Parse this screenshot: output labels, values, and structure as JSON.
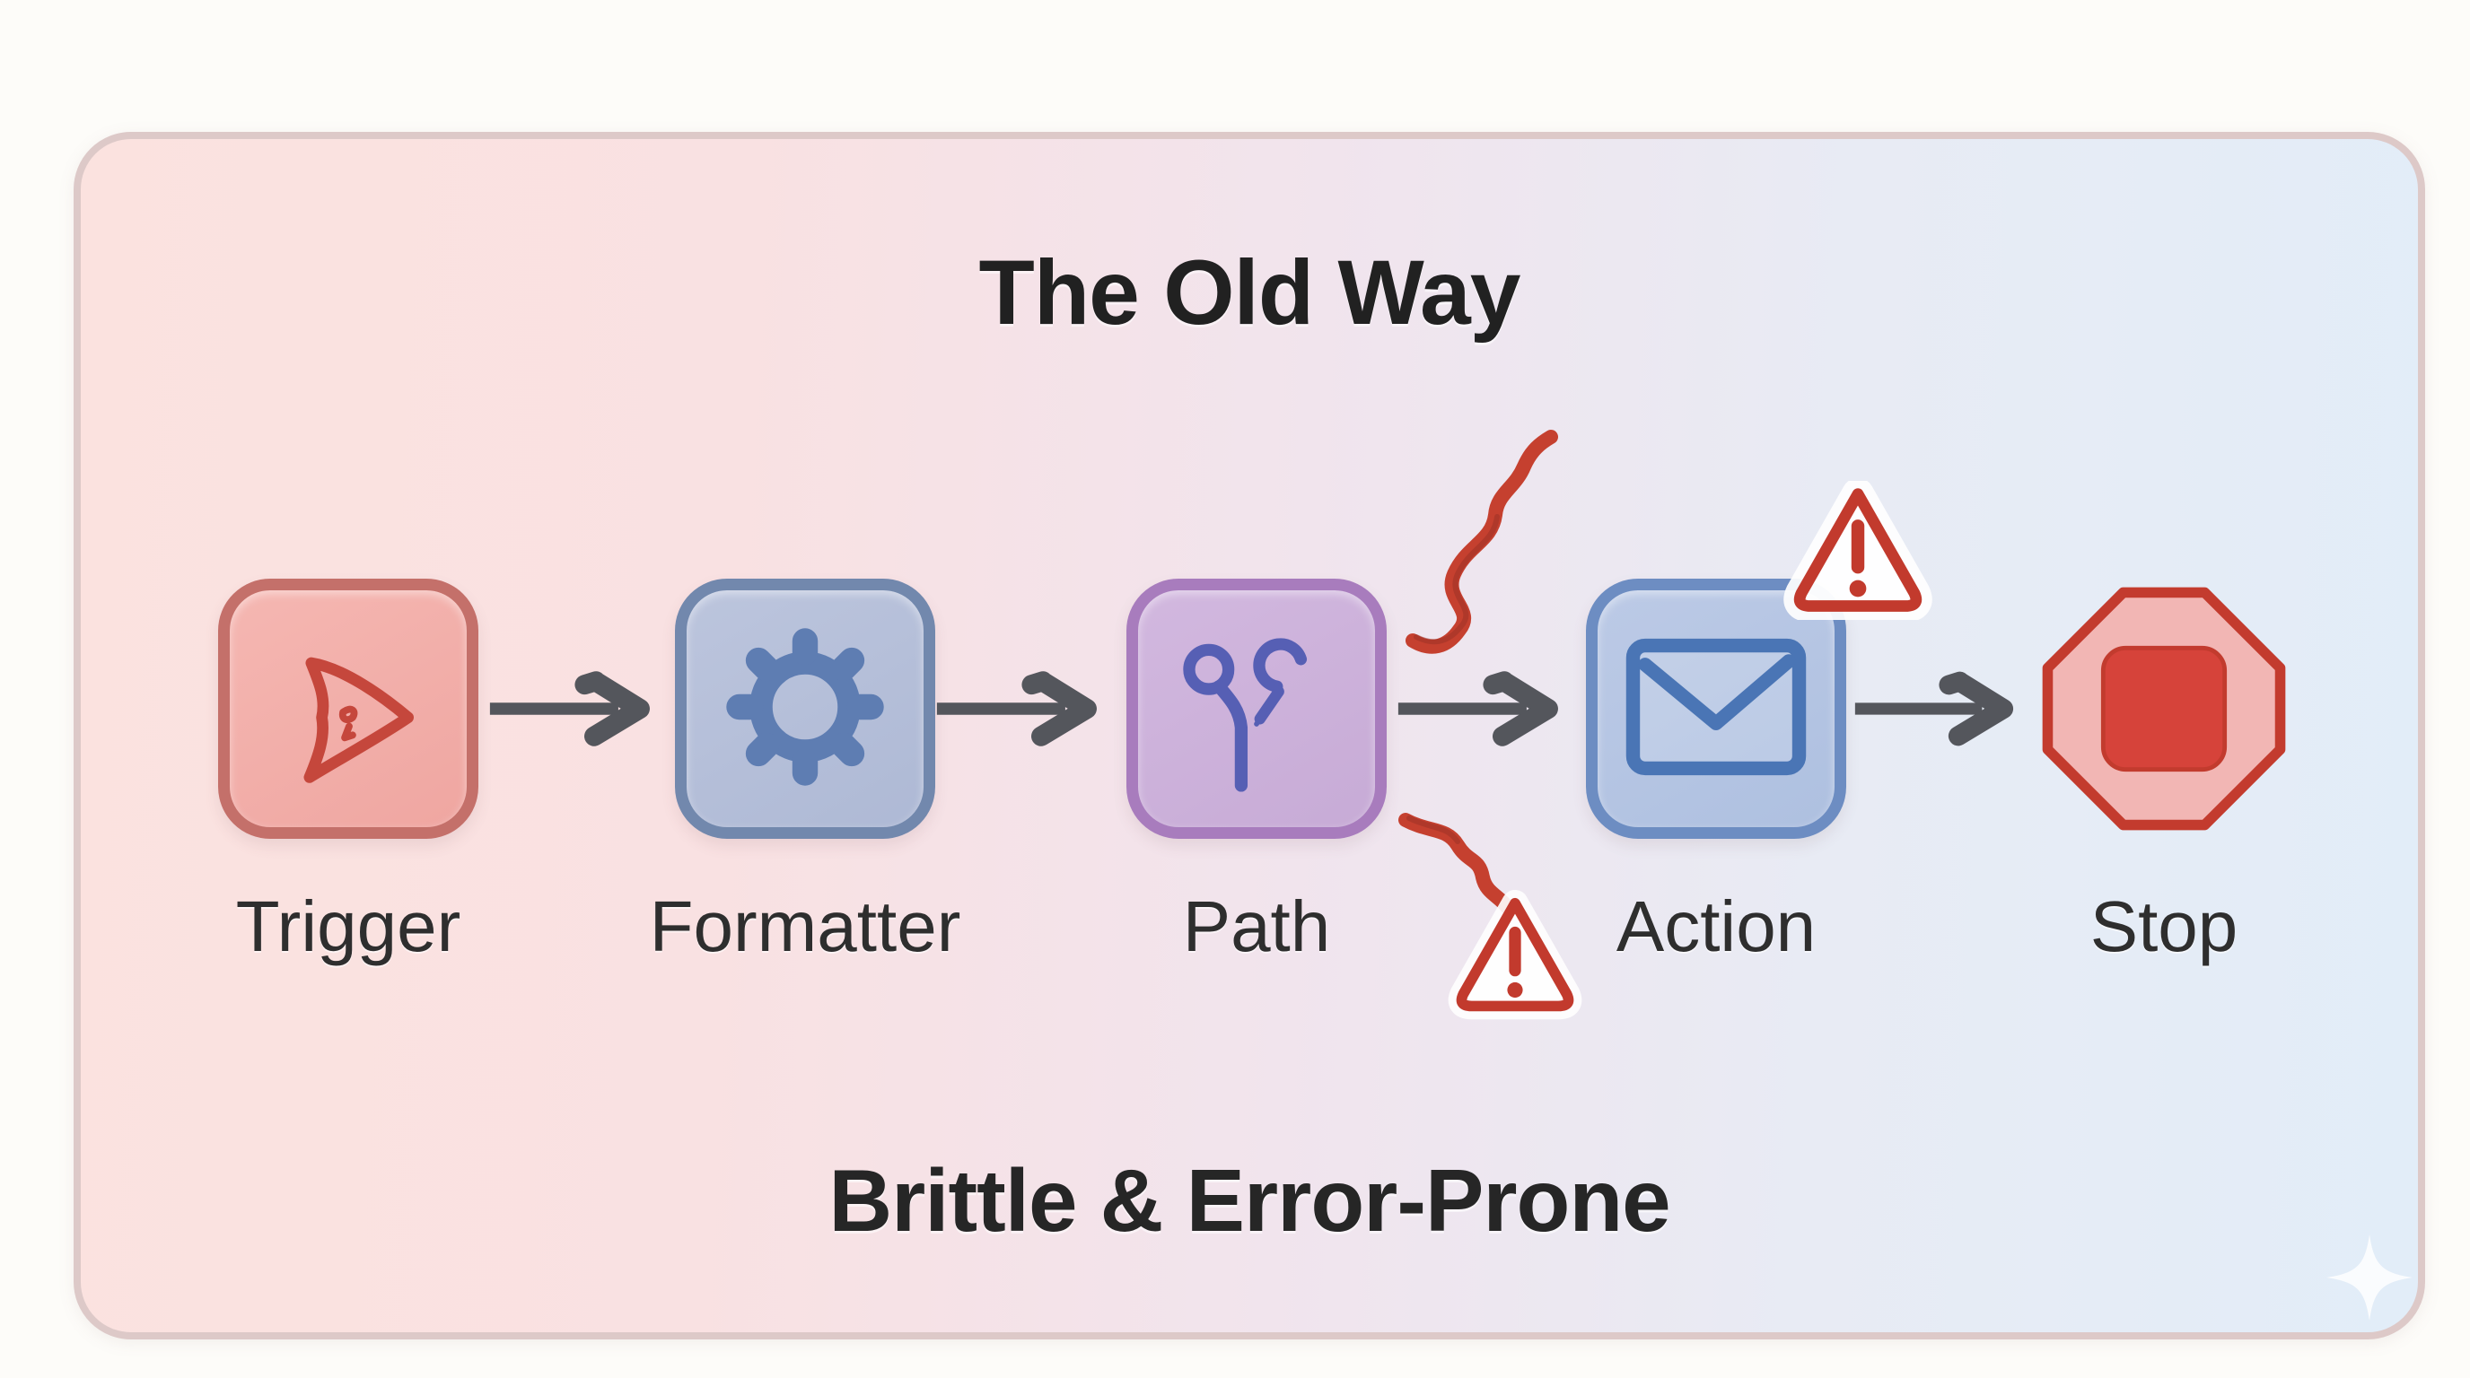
{
  "card": {
    "title": "The Old Way",
    "caption": "Brittle & Error-Prone",
    "gradient_left": "#fbe2df",
    "gradient_right": "#e2edf8",
    "border_color": "#ddc9c8"
  },
  "nodes": [
    {
      "label": "Trigger",
      "icon": "play-arrow-icon",
      "box_fill": "#efa6a1",
      "box_border": "#c4706a",
      "icon_color": "#c5473c"
    },
    {
      "label": "Formatter",
      "icon": "gear-icon",
      "box_fill": "#aeb9d5",
      "box_border": "#7288ad",
      "icon_color": "#5e7db2"
    },
    {
      "label": "Path",
      "icon": "branch-split-icon",
      "box_fill": "#c7abd6",
      "box_border": "#a87cbd",
      "icon_color": "#565fb4"
    },
    {
      "label": "Action",
      "icon": "envelope-icon",
      "box_fill": "#aec0e0",
      "box_border": "#6d8dc2",
      "icon_color": "#4a75b5"
    },
    {
      "label": "Stop",
      "icon": "stop-octagon-icon",
      "box_fill": "#f2b6b4",
      "box_border": "#c33b2e",
      "icon_color": "#d6433a"
    }
  ],
  "connectors": {
    "style": "hand-drawn-arrow",
    "color": "#54565c",
    "count": 4
  },
  "warnings": {
    "color": "#c23a2d",
    "items": [
      {
        "icon": "warning-triangle-icon",
        "position": "above-action"
      },
      {
        "icon": "warning-triangle-icon",
        "position": "below-path"
      }
    ]
  },
  "scribbles": {
    "color": "#c5402f",
    "count": 2,
    "style": "crayon-squiggle"
  },
  "decor": {
    "sparkle": "sparkle-icon"
  }
}
